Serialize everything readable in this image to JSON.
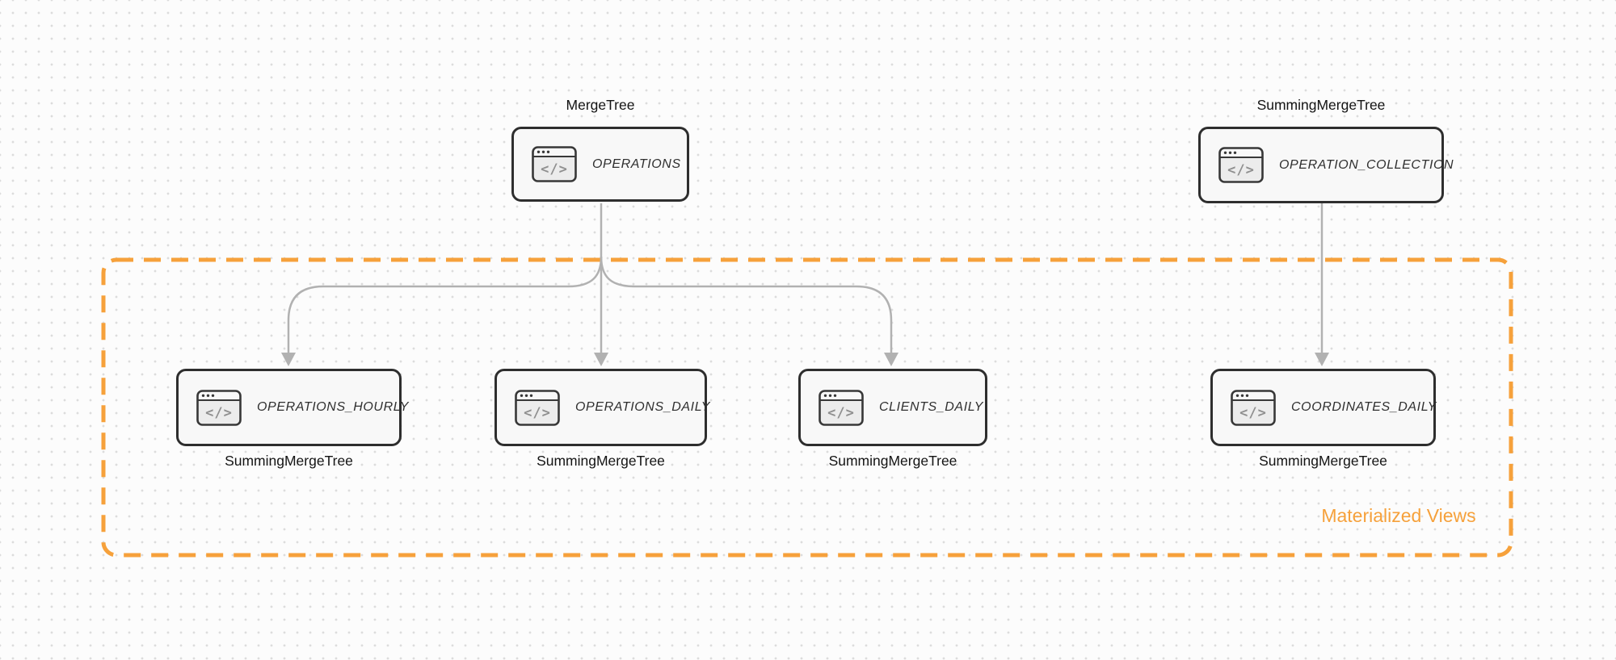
{
  "diagram": {
    "title_hint": "table pipeline diagram",
    "container_label": "Materialized Views",
    "icon": {
      "name": "code-window-icon",
      "glyph": "</>"
    },
    "nodes": [
      {
        "id": "operations",
        "table": "OPERATIONS",
        "engine": "MergeTree",
        "engine_position": "above"
      },
      {
        "id": "operation_collection",
        "table": "OPERATION_COLLECTION",
        "engine": "SummingMergeTree",
        "engine_position": "above"
      },
      {
        "id": "operations_hourly",
        "table": "OPERATIONS_HOURLY",
        "engine": "SummingMergeTree",
        "engine_position": "below"
      },
      {
        "id": "operations_daily",
        "table": "OPERATIONS_DAILY",
        "engine": "SummingMergeTree",
        "engine_position": "below"
      },
      {
        "id": "clients_daily",
        "table": "CLIENTS_DAILY",
        "engine": "SummingMergeTree",
        "engine_position": "below"
      },
      {
        "id": "coordinates_daily",
        "table": "COORDINATES_DAILY",
        "engine": "SummingMergeTree",
        "engine_position": "below"
      }
    ],
    "edges": [
      {
        "from": "OPERATIONS",
        "to": "OPERATIONS_HOURLY"
      },
      {
        "from": "OPERATIONS",
        "to": "OPERATIONS_DAILY"
      },
      {
        "from": "OPERATIONS",
        "to": "CLIENTS_DAILY"
      },
      {
        "from": "OPERATION_COLLECTION",
        "to": "COORDINATES_DAILY"
      }
    ],
    "colors": {
      "accent_orange": "#F6A13B",
      "arrow_gray": "#B1B1B1",
      "node_border": "#2E2E2E",
      "node_fill": "#F8F8F8",
      "canvas_bg": "#FCFCFC",
      "dot_color": "#DCDCDC",
      "text_dark": "#141414",
      "icon_glyph_gray": "#8F8F8F"
    }
  }
}
